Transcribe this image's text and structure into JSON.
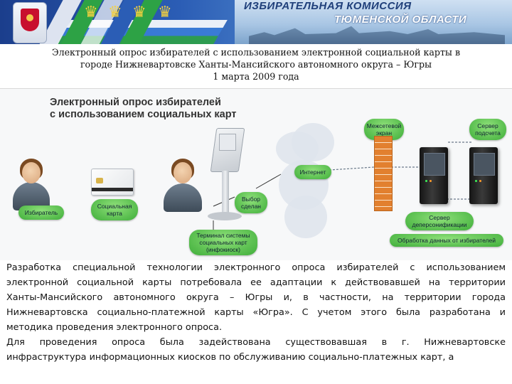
{
  "header": {
    "org_line1": "ИЗБИРАТЕЛЬНАЯ КОМИССИЯ",
    "org_line2": "ТЮМЕНСКОЙ ОБЛАСТИ",
    "colors": {
      "banner_dark": "#1b3e8c",
      "banner_light": "#bcd3ea"
    }
  },
  "slide_heading": {
    "line1": "Электронный опрос избирателей с использованием электронной социальной карты в",
    "line2": "городе Нижневартовске Ханты-Мансийского автономного округа – Югры",
    "line3": "1 марта 2009 года"
  },
  "diagram": {
    "title_line1": "Электронный опрос избирателей",
    "title_line2": "с использованием социальных карт",
    "labels": {
      "voter": "Избиратель",
      "social_card": "Социальная\nкарта",
      "choice_made": "Выбор\nсделан",
      "terminal": "Терминал системы\nсоциальных карт\n(инфокиоск)",
      "internet": "Интернет",
      "firewall": "Межсетевой\nэкран",
      "count_server": "Сервер\nподсчета",
      "depersonalization_server": "Сервер\nдеперсонификации",
      "processing": "Обработка данных от избирателей"
    },
    "colors": {
      "label_green": "#3fae3a",
      "firewall": "#e2802f"
    }
  },
  "body": {
    "lines": [
      "Разработка специальной технологии электронного опроса избирателей с использованием",
      "электронной социальной карты потребовала ее адаптации к действовавшей на территории",
      "Ханты-Мансийского автономного округа – Югры и, в частности, на территории города",
      "Нижневартовска социально-платежной карты «Югра». С учетом этого была разработана и",
      "методика проведения электронного опроса.",
      "Для проведения опроса была задействована существовавшая в г. Нижневартовске",
      "инфраструктура информационных киосков по обслуживанию социально-платежных карт, а"
    ]
  }
}
